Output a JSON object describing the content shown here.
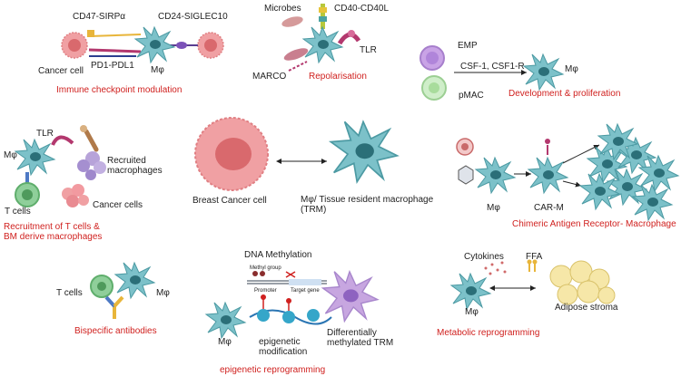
{
  "panels": {
    "checkpoint": {
      "cd47": "CD47-SIRPα",
      "cd24": "CD24-SIGLEC10",
      "pd1": "PD1-PDL1",
      "cancer_cell": "Cancer cell",
      "macrophage": "Mφ",
      "caption": "Immune checkpoint modulation"
    },
    "repolarisation": {
      "microbes": "Microbes",
      "cd40": "CD40-CD40L",
      "tlr": "TLR",
      "marco": "MARCO",
      "caption": "Repolarisation"
    },
    "development": {
      "emp": "EMP",
      "csf": "CSF-1, CSF1-R",
      "pmac": "pMAC",
      "macrophage": "Mφ",
      "caption": "Development & proliferation"
    },
    "recruitment": {
      "tlr": "TLR",
      "macrophage": "Mφ",
      "recruited": "Recruited\nmacrophages",
      "tcells": "T cells",
      "cancer_cells": "Cancer cells",
      "caption": "Recruitment of T cells &\nBM derive macrophages"
    },
    "center": {
      "breast_cancer": "Breast Cancer cell",
      "trm": "Mφ/ Tissue resident macrophage\n(TRM)"
    },
    "car": {
      "macrophage": "Mφ",
      "car_m": "CAR-M",
      "caption": "Chimeric Antigen Receptor- Macrophage"
    },
    "bispecific": {
      "tcells": "T cells",
      "macrophage": "Mφ",
      "caption": "Bispecific antibodies"
    },
    "epigenetic": {
      "dna_methylation": "DNA Methylation",
      "methyl_group": "Methyl group",
      "promoter": "Promoter",
      "target_gene": "Target gene",
      "macrophage": "Mφ",
      "modification": "epigenetic\nmodification",
      "diff_trm": "Differentially\nmethylated TRM",
      "caption": "epigenetic reprogramming"
    },
    "metabolic": {
      "cytokines": "Cytokines",
      "ffa": "FFA",
      "macrophage": "Mφ",
      "adipose": "Adipose stroma",
      "caption": "Metabolic reprogramming"
    }
  },
  "colors": {
    "caption_red": "#d0211f",
    "macrophage_body": "#7cc1c9",
    "macrophage_nucleus": "#2b6f78",
    "cancer_pink": "#f0a0a3",
    "cancer_dark": "#d9696d",
    "tcell_green": "#8fcf9a",
    "emp_purple": "#c9a3e6",
    "receptor_magenta": "#b3386e",
    "antibody_blue": "#4d79c4",
    "antibody_yellow": "#e8b53a",
    "adipose_yellow": "#f6e7a8",
    "diff_trm_purple": "#c7a6e0"
  }
}
